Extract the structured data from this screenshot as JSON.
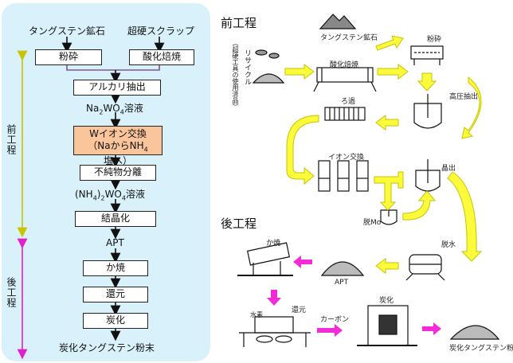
{
  "flow": {
    "source1": "タングステン鉱石",
    "source2": "超硬スクラップ",
    "crush": "粉砕",
    "oxidize": "酸化焙焼",
    "alkali": "アルカリ抽出",
    "sol1_pre": "Na",
    "sol1_mid": "WO",
    "sol1_post": "溶液",
    "ion_l1": "Wイオン交換",
    "ion_l2_pre": "（NaからNH",
    "ion_l2_post": "塩へ）",
    "impurity": "不純物分離",
    "sol2_pre": "(NH",
    "sol2_mid": ")",
    "sol2_mid2": "WO",
    "sol2_post": "溶液",
    "crystal": "結晶化",
    "apt": "APT",
    "calcine": "か焼",
    "reduce": "還元",
    "carburize": "炭化",
    "product": "炭化タングステン粉末",
    "sub2": "2",
    "sub4": "4",
    "front_label": "前工程",
    "back_label": "後工程"
  },
  "illus": {
    "front_title": "前工程",
    "back_title": "後工程",
    "ore": "タングステン鉱石",
    "crush": "粉砕",
    "recycle": "リサイクル",
    "recycle_sub": "（超硬工具の使用済品）",
    "oxidizer": "酸化焙焼",
    "extract": "高圧抽出",
    "filter": "ろ過",
    "ion": "イオン交換",
    "crystal": "晶出",
    "demo": "脱Mo",
    "dewater": "脱水",
    "calcine": "か焼",
    "apt": "APT",
    "reduce": "還元",
    "hydrogen": "水素",
    "carbon": "カーボン",
    "carburize": "炭化",
    "product": "炭化タングステン粉末"
  },
  "colors": {
    "panel": "#d8f1fb",
    "ion_box": "#fbc59b",
    "yellow_arrow": "#fbfb3c",
    "magenta_arrow": "#f42bd6"
  }
}
